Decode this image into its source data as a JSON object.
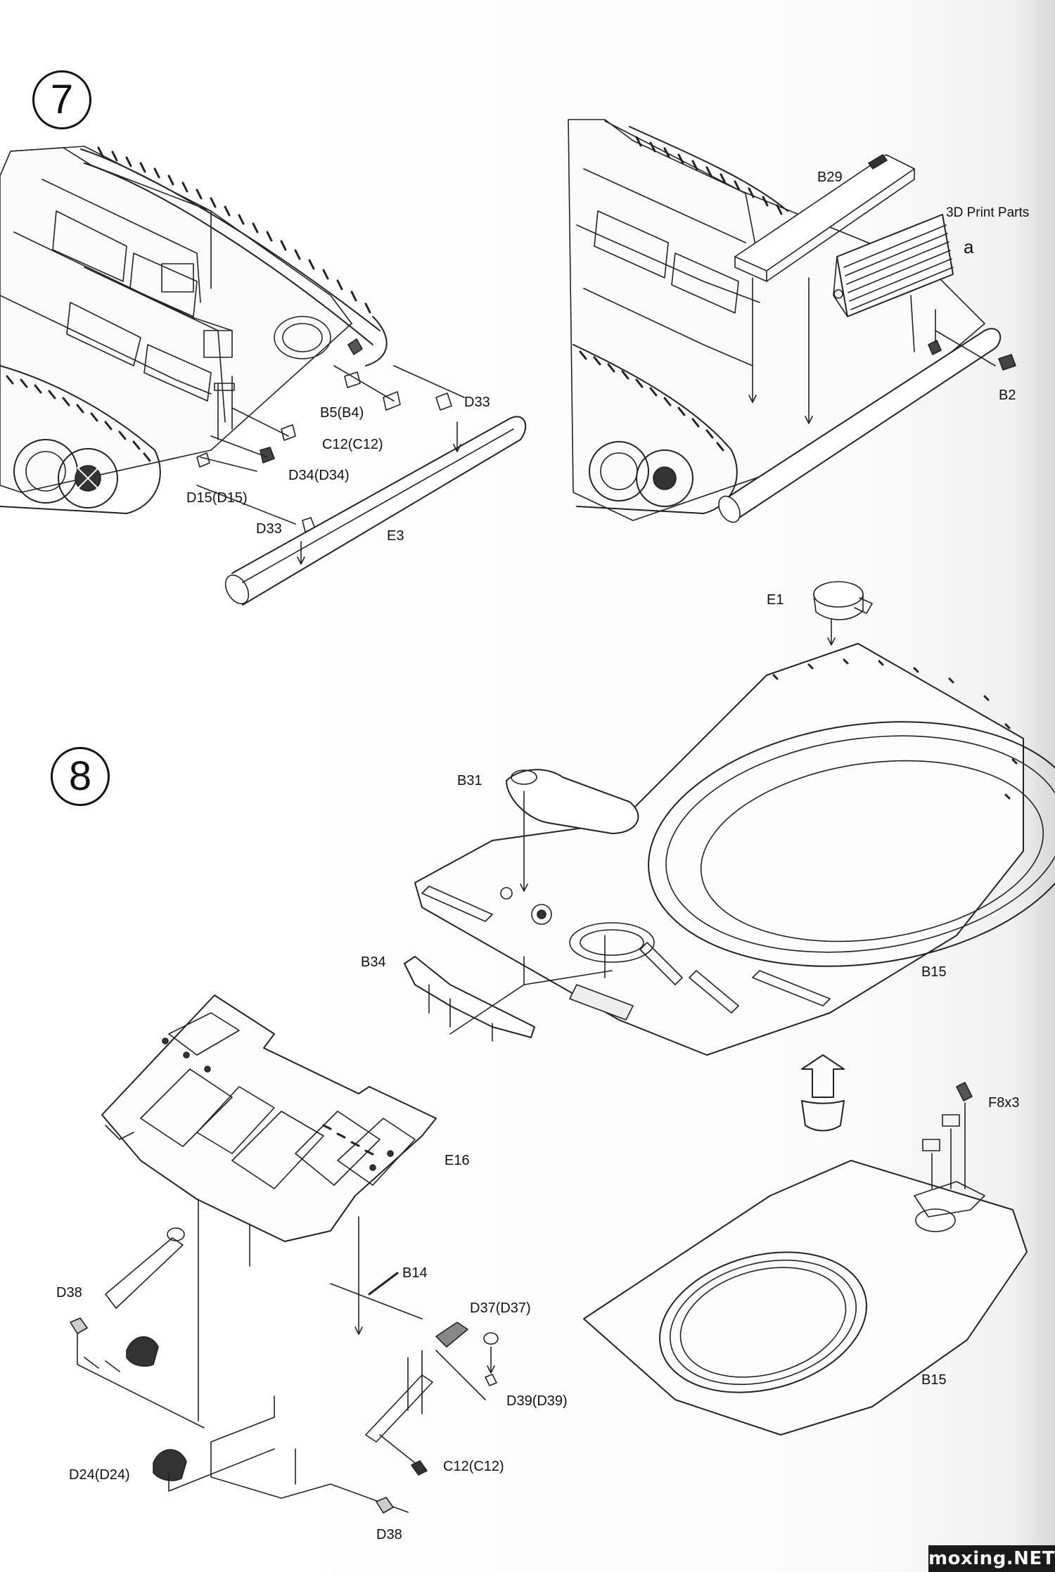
{
  "steps": {
    "step7": {
      "number": "7"
    },
    "step8": {
      "number": "8"
    }
  },
  "step7_left_labels": {
    "b5": "B5(B4)",
    "c12": "C12(C12)",
    "d34": "D34(D34)",
    "d15": "D15(D15)",
    "d33_top": "D33",
    "d33_bottom": "D33",
    "e3": "E3"
  },
  "step7_right_labels": {
    "b29": "B29",
    "print_parts": "3D Print Parts",
    "a": "a",
    "b2": "B2"
  },
  "step8_labels": {
    "e1": "E1",
    "b31": "B31",
    "b34": "B34",
    "b15_top": "B15",
    "f8": "F8x3",
    "b15_bottom": "B15",
    "e16": "E16",
    "b14": "B14",
    "d38_top": "D38",
    "d37": "D37(D37)",
    "d39": "D39(D39)",
    "d24": "D24(D24)",
    "c12": "C12(C12)",
    "d38_bottom": "D38"
  },
  "watermark": "moxing.NET"
}
